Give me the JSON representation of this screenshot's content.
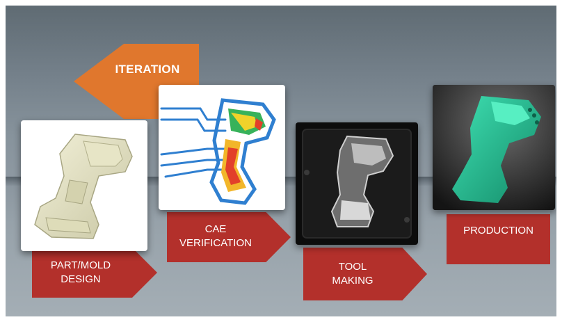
{
  "iteration": {
    "label": "ITERATION",
    "color": "#e0772d"
  },
  "steps": [
    {
      "line1": "PART/MOLD",
      "line2": "DESIGN",
      "color": "#b3302b"
    },
    {
      "line1": "CAE",
      "line2": "VERIFICATION",
      "color": "#b3302b"
    },
    {
      "line1": "TOOL",
      "line2": "MAKING",
      "color": "#b3302b"
    },
    {
      "line1": "PRODUCTION",
      "line2": "",
      "color": "#b3302b"
    }
  ]
}
